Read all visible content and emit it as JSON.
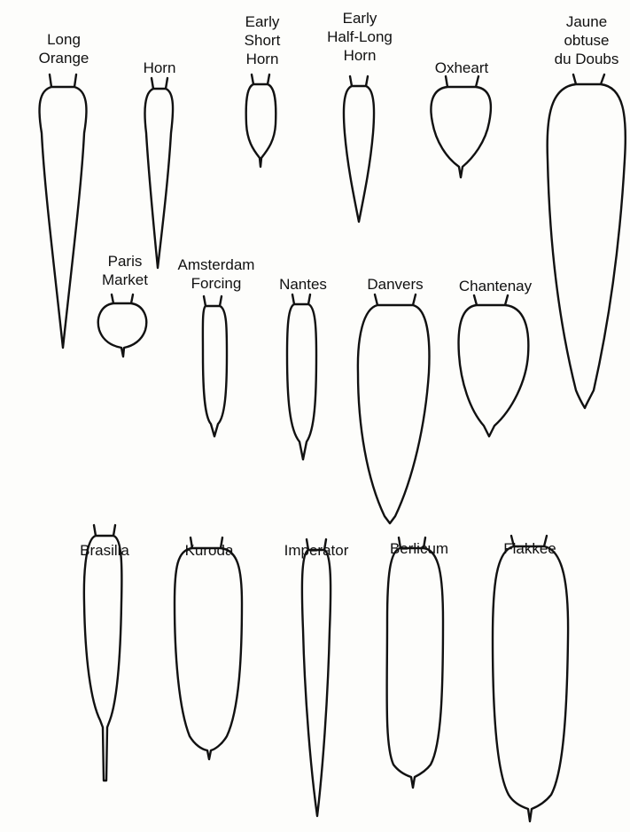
{
  "varieties": [
    {
      "id": "long-orange",
      "label": "Long\nOrange"
    },
    {
      "id": "horn",
      "label": "Horn"
    },
    {
      "id": "early-short-horn",
      "label": "Early\nShort\nHorn"
    },
    {
      "id": "early-half-long-horn",
      "label": "Early\nHalf-Long\nHorn"
    },
    {
      "id": "oxheart",
      "label": "Oxheart"
    },
    {
      "id": "jaune-obtuse-du-doubs",
      "label": "Jaune\nobtuse\ndu Doubs"
    },
    {
      "id": "paris-market",
      "label": "Paris\nMarket"
    },
    {
      "id": "amsterdam-forcing",
      "label": "Amsterdam\nForcing"
    },
    {
      "id": "nantes",
      "label": "Nantes"
    },
    {
      "id": "danvers",
      "label": "Danvers"
    },
    {
      "id": "chantenay",
      "label": "Chantenay"
    },
    {
      "id": "brasilia",
      "label": "Brasilia"
    },
    {
      "id": "kuroda",
      "label": "Kuroda"
    },
    {
      "id": "imperator",
      "label": "Imperator"
    },
    {
      "id": "berlicum",
      "label": "Berlicum"
    },
    {
      "id": "flakkee",
      "label": "Flakkee"
    }
  ]
}
